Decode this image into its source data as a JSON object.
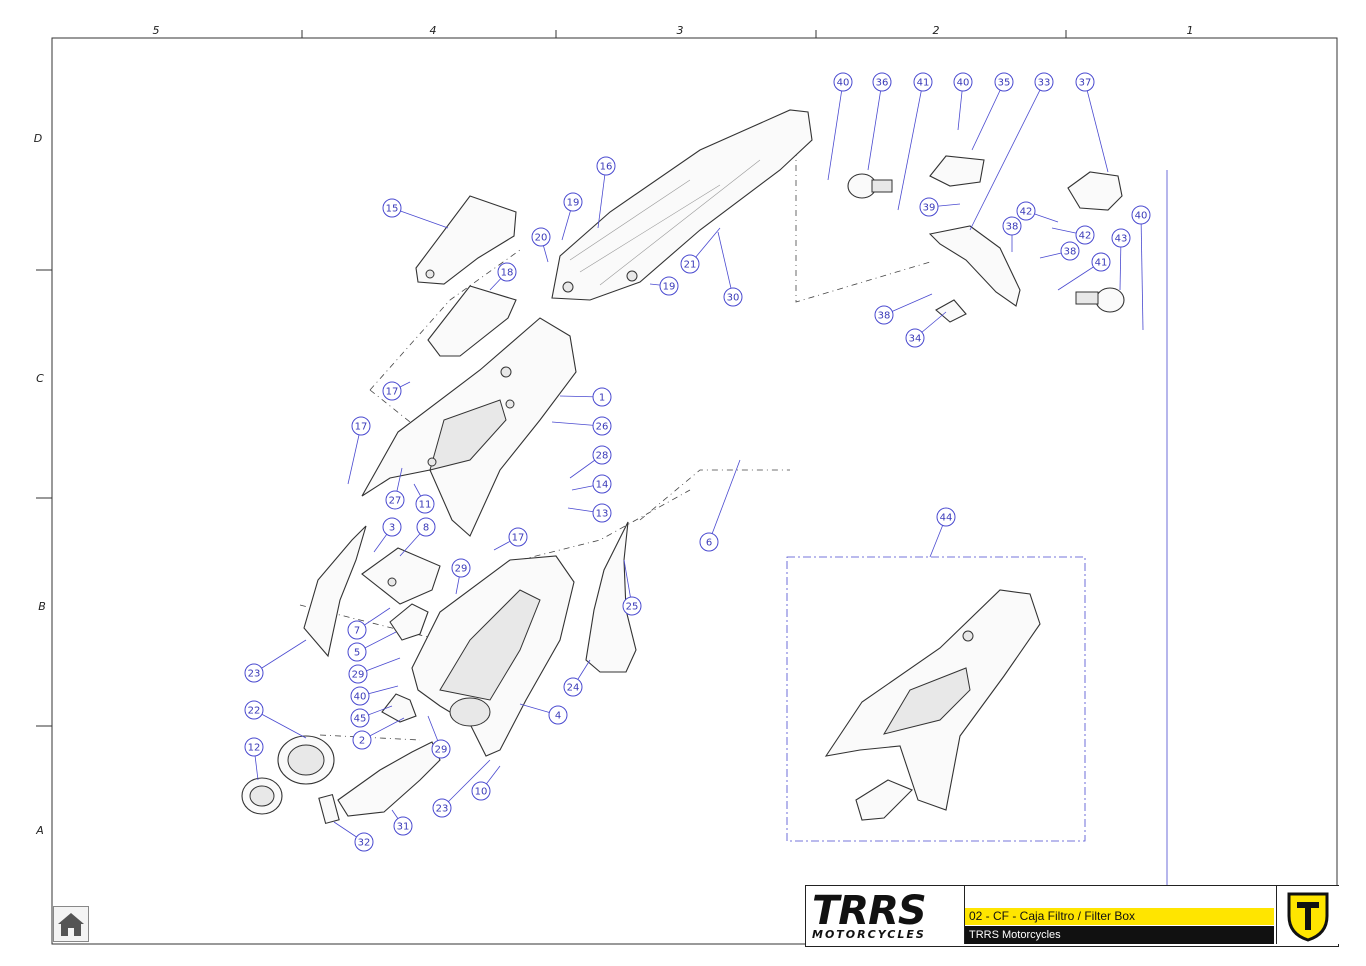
{
  "grid": {
    "columns": [
      "5",
      "4",
      "3",
      "2",
      "1"
    ],
    "rows": [
      "D",
      "C",
      "B",
      "A"
    ]
  },
  "callouts": [
    "40",
    "36",
    "41",
    "40",
    "35",
    "33",
    "37",
    "15",
    "16",
    "19",
    "20",
    "18",
    "21",
    "19",
    "30",
    "39",
    "42",
    "42",
    "38",
    "38",
    "40",
    "43",
    "41",
    "38",
    "34",
    "17",
    "1",
    "26",
    "17",
    "27",
    "11",
    "28",
    "14",
    "13",
    "3",
    "8",
    "17",
    "29",
    "6",
    "44",
    "7",
    "5",
    "29",
    "23",
    "40",
    "45",
    "25",
    "24",
    "2",
    "29",
    "4",
    "22",
    "12",
    "23",
    "10",
    "31",
    "32"
  ],
  "title_block": {
    "logo_main": "TRRS",
    "logo_sub": "MOTORCYCLES",
    "title": "02 - CF - Caja Filtro / Filter Box",
    "company": "TRRS Motorcycles"
  },
  "nav": {
    "home_icon": "home-icon"
  },
  "colors": {
    "callout": "#4a4ad0",
    "title_band": "#ffe500",
    "company_band": "#111111"
  }
}
